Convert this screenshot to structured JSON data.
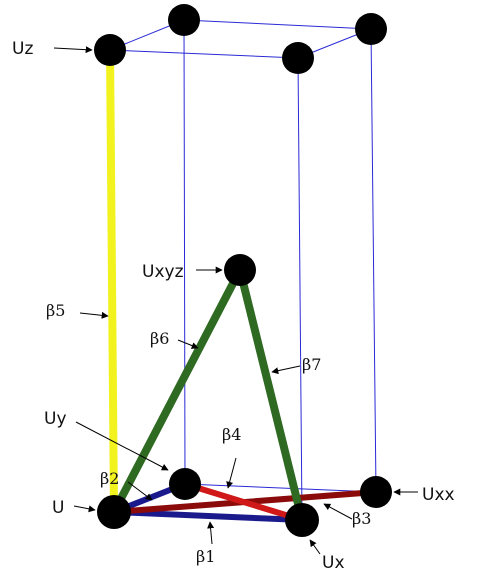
{
  "colors": {
    "background": "#ffffff",
    "frame": "#2a2ad6",
    "node": "#000000",
    "arrow": "#000000",
    "beta1": "#1a1a8c",
    "beta2": "#1a1a8c",
    "beta3": "#8b0a0a",
    "beta4": "#d01818",
    "beta5": "#f2f21e",
    "beta6": "#2f6a22",
    "beta7": "#2f6a22"
  },
  "nodes": {
    "u": "U",
    "ux": "Ux",
    "uy": "Uy",
    "uxx": "Uxx",
    "uz": "Uz",
    "uxyz": "Uxyz"
  },
  "bonds": {
    "b1": "β1",
    "b2": "β2",
    "b3": "β3",
    "b4": "β4",
    "b5": "β5",
    "b6": "β6",
    "b7": "β7"
  }
}
